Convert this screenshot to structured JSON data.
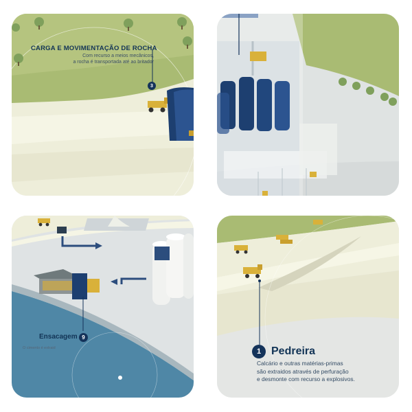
{
  "tiles": {
    "rock_loading": {
      "title": "CARGA E MOVIMENTAÇÃO DE ROCHA",
      "description_line1": "Com recurso a meios mecânicos,",
      "description_line2": "a rocha é transportada até ao britador",
      "step": "3"
    },
    "silos": {},
    "bagging": {
      "title": "Ensacagem",
      "step": "9",
      "subtitle": "O cimento é extraid"
    },
    "quarry": {
      "step": "1",
      "title": "Pedreira",
      "description_line1": "Calcário e outras matérias-primas",
      "description_line2": "são extraidos através de perfuração",
      "description_line3": "e desmonte com recurso a explosivos."
    }
  },
  "colors": {
    "navy": "#14335a",
    "grass": "#a9bb73",
    "ground": "#eeeeda",
    "concrete": "#e3e6e4",
    "water": "#4f87a6",
    "truck_yellow": "#d9b13a"
  },
  "icons": [
    "tree-icon",
    "dump-truck-icon",
    "silo-icon",
    "warehouse-icon",
    "flow-arrow-icon"
  ]
}
